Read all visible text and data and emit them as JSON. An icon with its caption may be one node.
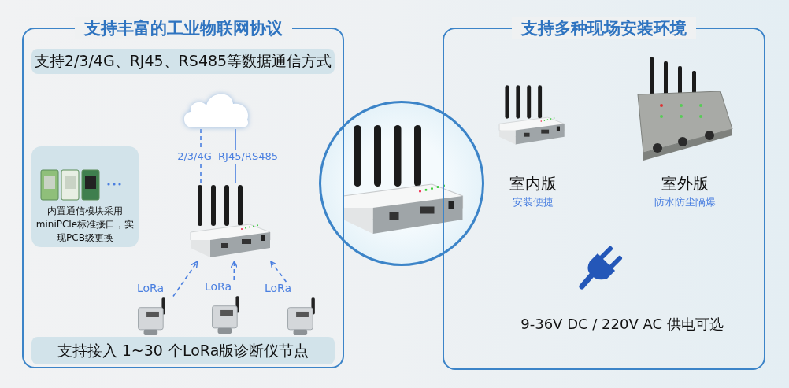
{
  "diagram": {
    "nodes": [
      {
        "text": [
          "支持丰富的工业物联网协议"
        ]
      },
      {
        "text": [
          "支持2/3/4G、RJ45、RS485等数据通信方式"
        ],
        "in": 0
      },
      {
        "text": [],
        "shape": "cloud",
        "in": 0
      },
      {
        "text": [
          "内置通信模块采用miniPCIe标准接口，实现PCB级更换"
        ],
        "in": 0
      },
      {
        "text": [],
        "shape": "picture",
        "in": 0
      },
      {
        "text": [],
        "shape": "picture",
        "in": 0,
        "beside": [
          "LoRa"
        ]
      },
      {
        "text": [],
        "shape": "picture",
        "in": 0,
        "beside": [
          "LoRa"
        ]
      },
      {
        "text": [],
        "shape": "picture",
        "in": 0,
        "beside": [
          "LoRa"
        ]
      },
      {
        "text": [
          "支持接入 1~30 个LoRa版诊断仪节点"
        ],
        "in": 0
      },
      {
        "text": [],
        "shape": "picture"
      },
      {
        "text": [
          "支持多种现场安装环境"
        ]
      },
      {
        "text": [
          "室内版",
          "安装便捷"
        ],
        "in": 10
      },
      {
        "text": [
          "室外版",
          "防水防尘隔爆"
        ],
        "in": 10
      }
    ],
    "edges": [
      {
        "from": 2,
        "to": 4,
        "arrow": "none",
        "label": "2/3/4G",
        "style": "dashed"
      },
      {
        "from": 2,
        "to": 4,
        "arrow": "none",
        "label": "RJ45/RS485"
      },
      {
        "from": 5,
        "to": 4,
        "arrow": "to",
        "style": "dashed"
      },
      {
        "from": 6,
        "to": 4,
        "arrow": "to",
        "style": "dashed"
      },
      {
        "from": 7,
        "to": 4,
        "arrow": "to",
        "style": "dashed"
      }
    ],
    "labels": [
      "9-36V DC / 220V AC 供电可选"
    ]
  }
}
